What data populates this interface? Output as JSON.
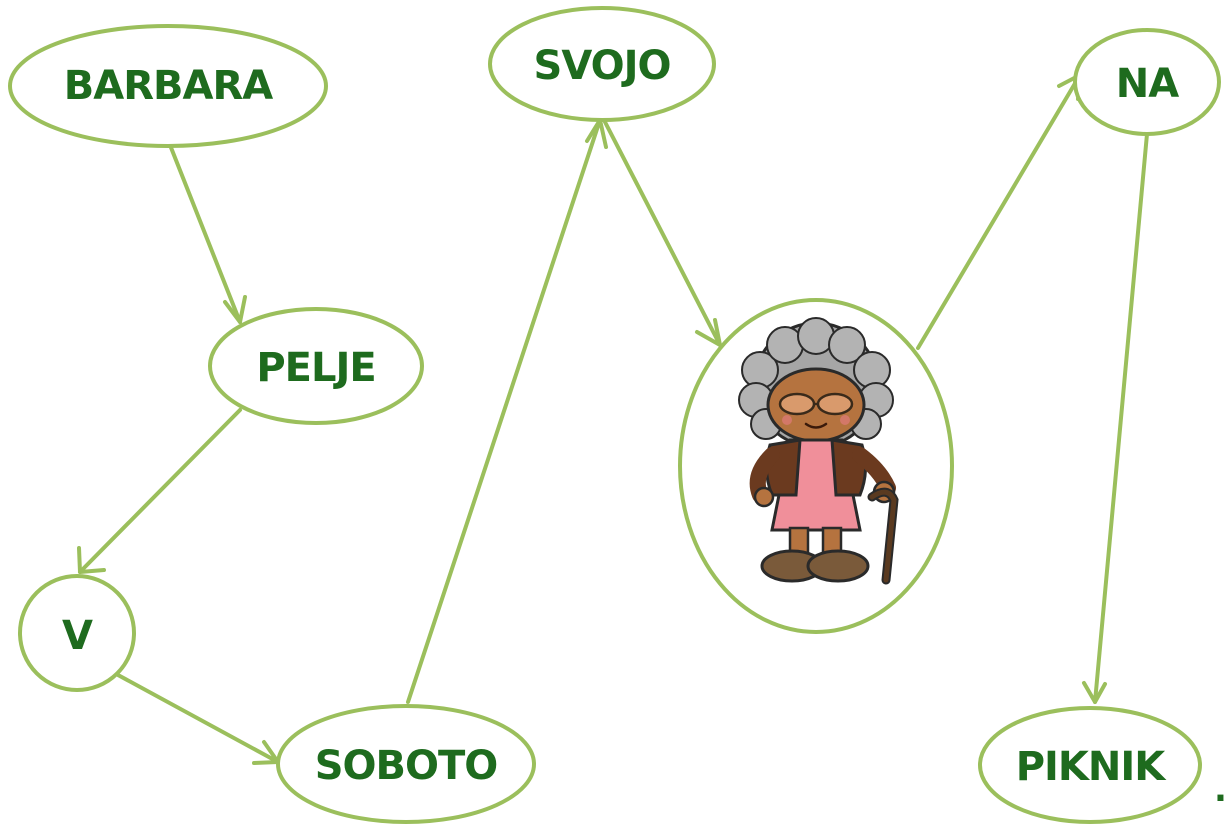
{
  "diagram": {
    "nodes": [
      {
        "id": "barbara",
        "label": "BARBARA"
      },
      {
        "id": "pelje",
        "label": "PELJE"
      },
      {
        "id": "v",
        "label": "V"
      },
      {
        "id": "soboto",
        "label": "SOBOTO"
      },
      {
        "id": "svojo",
        "label": "SVOJO"
      },
      {
        "id": "grandma",
        "label": ""
      },
      {
        "id": "na",
        "label": "NA"
      },
      {
        "id": "piknik",
        "label": "PIKNIK"
      }
    ],
    "trailing_punctuation": ".",
    "colors": {
      "outline": "#9bbf5c",
      "text": "#1e6b1e",
      "skin": "#b5733f",
      "hair": "#a6a6a6",
      "cardigan": "#6b3a1f",
      "dress": "#f08f9a",
      "shoes": "#7a5a3a"
    },
    "icons": [
      "grandma-illustration",
      "walking-cane-icon"
    ]
  }
}
